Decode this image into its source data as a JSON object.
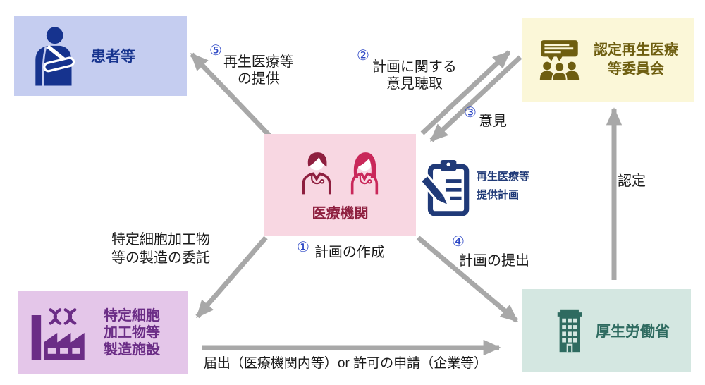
{
  "nodes": {
    "patients": {
      "label": "患者等",
      "bg": "#c5cdf0",
      "color": "#16338e"
    },
    "committee": {
      "line1": "認定再生医療",
      "line2": "等委員会",
      "bg": "#fbf7d8",
      "color": "#6e5e10"
    },
    "medical": {
      "label": "医療機関",
      "bg": "#f8d7e2",
      "color": "#8e1f3f"
    },
    "plan": {
      "line1": "再生医療等",
      "line2": "提供計画",
      "color": "#203a78"
    },
    "facility": {
      "line1": "特定細胞",
      "line2": "加工物等",
      "line3": "製造施設",
      "bg": "#e4c6e9",
      "color": "#6b2d86"
    },
    "mhlw": {
      "label": "厚生労働省",
      "bg": "#d4e7e1",
      "color": "#2e6b60"
    }
  },
  "edges": {
    "create": {
      "num": "①",
      "text": "計画の作成"
    },
    "consult": {
      "num": "②",
      "line1": "計画に関する",
      "line2": "意見聴取"
    },
    "opinion": {
      "num": "③",
      "text": "意見"
    },
    "submit": {
      "num": "④",
      "text": "計画の提出"
    },
    "provide": {
      "num": "⑤",
      "line1": "再生医療等",
      "line2": "の提供"
    },
    "consign": {
      "line1": "特定細胞加工物",
      "line2": "等の製造の委託"
    },
    "certify": {
      "text": "認定"
    },
    "notify": {
      "text": "届出（医療機関内等）or 許可の申請（企業等）"
    }
  },
  "icons": {
    "patients": "injured-patient-icon",
    "committee": "committee-discussion-icon",
    "medical_male": "male-doctor-icon",
    "medical_female": "female-doctor-icon",
    "plan": "clipboard-pencil-icon",
    "facility": "factory-dna-icon",
    "mhlw": "government-building-icon"
  },
  "palette": {
    "arrow_gray": "#a8a8a8",
    "step_number_blue": "#2b46c5",
    "label_text": "#1a1a1a"
  }
}
